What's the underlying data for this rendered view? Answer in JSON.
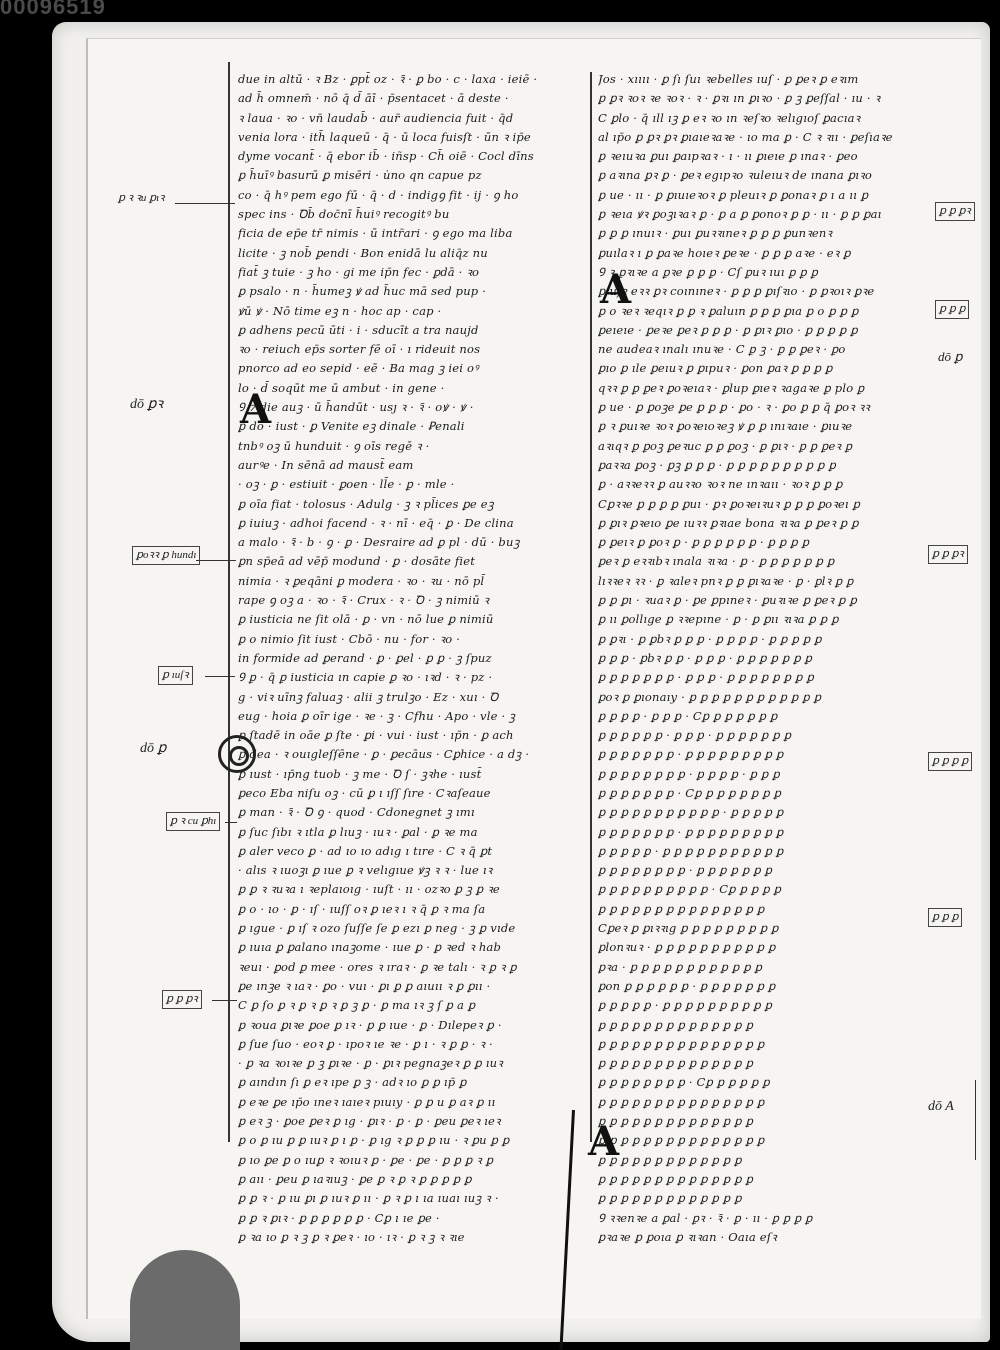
{
  "viewer": {
    "id": "00096519"
  },
  "page": {
    "left_column_lines": [
      "due in altū · ꝛ Bz · ꝑpt̄ oz · ꝛ̄ · ꝑ bo · c · laxa · ieiē ·",
      "ad h̄ omnem̄ · nō q̄ d̄ āī · p̄sentacet · ā deste ·",
      "ꝛ laua · ꝛo · vn̄ laudab̄ · aur̄ audiencia fuit · q̄d",
      "venia lora · ith̄ laqueū · q̄ · ū loca fuisſt · ūn ꝛ ip̄e",
      "dyme vocant̄ · q̄ ebor ib̄ · iñsp · Ch̄ oiē · Cocl dīns",
      "ꝑ h̄uīꝰ basurū ꝑ misēri · u̇no qn capue pz",
      "co · q̄ hꝰ pem ego fū · q̄ · d · indigꝯ fit · ij · ꝯ ho",
      "spec ins · Ꝺb̄ doc̄nī h̄uiꝰ recogitꝰ bu",
      "ficia de ep̄e tr̄ nimis · ū intr̄ari · ꝯ ego ma liba",
      "licite · ꝫ nob̄ ꝑendi · Bon enidā lu aliq̄z nu",
      "fiat̄ ꝫ tuie · ꝫ ho · gi me ip̄n fec · ꝑdā · ꝛo",
      "ꝑ psalo · n · h̄umeꝫ ꝟ ad h̄uc mā sed pup ·",
      "ꝟū ꝟ · Nō time eꝫ n · hoc ap · cap ·",
      "ꝑ adhens pecū ūti · i · sducīt a tra naujd",
      "ꝛo · reiuch ep̄s sorter fē oī · ı rideuit nos",
      "pnorco ad eo sepid · eē · Ba mag ꝫ iei oꝰ",
      "lo · d̄ soqūt me ū ambut · in gene ·",
      "Ꝯ ⁊ die auꝫ · ū h̄andūt · usȷ ꝛ · ꝛ̄ · oꝟ · ꝟ ·",
      "ꝑ do · iust · ꝑ Venite eꝫ dinale · Ꝑenali",
      "tnbꝰ oꝫ ū hunduit · ꝯ oīs regē ꝛ ·",
      "aurꝰe · In sēnā ad maust̄ eam",
      "· oꝫ · ꝑ · estiuit · ꝑoen · ll̄e · ꝑ · mle ·",
      "ꝑ oīa fiat · tolosus · Adulg · ꝫ ꝛ pl̄ices ꝑe eꝫ",
      "ꝑ iuiuꝫ · adhoi facend · ꝛ · nī · eq̄ · ꝑ · De clina",
      "a malo · ꝛ̄ · b · ꝯ · ꝑ · Desraire ad ꝑ pl · dū · buꝫ",
      "ꝑn sp̄eā ad vēp̄ modund · ꝑ · dosāte fiet",
      "nimia · ꝛ ꝑeqāni ꝑ modera · ꝛo · ꝛu · nō pl̄",
      "rape ꝯ oꝫ a · ꝛo · ꝛ̄ · Crux · ꝛ · Ꝺ · ꝫ nimiū ꝛ",
      "ꝑ iusticia ne ſit olā · ꝑ · vn · nō lue ꝑ nimiū",
      "ꝑ o nimio ſit iust · Cbō · nu · for · ꝛo ·",
      "in formide ad ꝑerand · ꝑ · ꝑel · ꝑ ꝑ · ꝫ ſpuz",
      "Ꝯ ꝑ · q̄ ꝑ iusticia ın capie ꝑ ꝛo · ıꝛd · ꝛ · pz ·",
      "g · viꝛ uīnꝫ faluaꝫ · alii ꝫ trulꝫo · Ez · xuı · Ꝺ",
      "eug · hoia ꝑ oīr ige · ꝛe · ꝫ · Cfhu · Apo · vle · ꝫ",
      "ꝑ ſtadē in oāe ꝑ ſte · ꝑi · vui · iust · ıp̄n · ꝑ ach",
      "ꝑ dea · ꝛ ouıgleſſēne · ꝑ · ꝑecāus · Cꝑhice · a dꝫ ·",
      "ꝑ ıust · ıp̄ng tuob · ꝫ me · Ꝺ ſ · ꝫꝛhe · ıust̄",
      "ꝑeco Eba niſu oꝫ · cū ꝑ ı ıſſ ſıre · Cꝛaſeaue",
      "ꝑ man · ꝛ̄ · Ꝺ ꝯ · quod · Cdonegnet ꝫ ımı",
      "ꝑ ſuc ſıbı ꝛ ıtla ꝑ lıuꝫ · ıuꝛ · ꝑal · ꝑ ꝛe ma",
      "ꝑ aler veco ꝑ · ad ıo ıo adıg ı tıre · C ꝛ q̄ ꝑt",
      "· alıs ꝛ ıuoꝫı ꝑ ıue ꝑ ꝛ velıgıue ꝟꝫ ꝛ ꝛ · lue ıꝛ",
      "ꝑ ꝑ ꝛ ꝛuꝛa ı ꝛeplaıoıg · ıuſt · ıı · ozꝛo ꝑ ꝫ ꝑ ꝛe",
      "ꝑ o · ıo · ꝑ · ıſ · ıuſſ oꝛ ꝑ ıeꝛ ı ꝛ q̄ ꝑ ꝛ ma ſa",
      "ꝑ ıgue · ꝑ ıſ ꝛ ozo ſuſſe ſe ꝑ ezı ꝑ neg · ꝫ ꝑ vıde",
      "ꝑ ıuıa ꝑ ꝑalano ınaꝫome · ıue ꝑ · ꝑ ꝛed ꝛ hab",
      "ꝛeuı · ꝑod ꝑ mee · ores ꝛ ıraꝛ · ꝑ ꝛe talı · ꝛ ꝑ ꝛ ꝑ",
      "ꝑe ınꝫe ꝛ ıaꝛ · ꝑo · vuı · ꝑı ꝑ ꝑ aıuıı ꝛ ꝑ ꝑıı ·",
      "C ꝑ ſo ꝑ ꝛ ꝑ ꝛ ꝑ ꝛ ꝑ ꝫ ꝑ · ꝑ ma ıꝛ ꝫ ſ ꝑ a ꝑ",
      "ꝑ ꝛoua ꝑıꝛe ꝑoe ꝑ ıꝛ · ꝑ ꝑ ıue · ꝑ · Dılepeꝛ ꝑ ·",
      "ꝑ ſue ſuo · eoꝛ ꝑ · ıpoꝛ ıe ꝛe · ꝑ ı · ꝛ ꝑ ꝑ · ꝛ ·",
      "· ꝑ ꝛa ꝛoıꝛe ꝑ ꝫ ꝑıꝛe · ꝑ · ꝑıꝛ pegnaꝫeꝛ ꝑ ꝑ ıuꝛ",
      "ꝑ aındın ſı ꝑ eꝛ ıpe ꝑ ꝫ · adꝛ ıo ꝑ ꝑ ıp̄ ꝑ",
      "ꝑ eꝛe ꝑe ıp̄o ıneꝛ ıaıeꝛ pıuıy · ꝑ ꝑ u ꝑ aꝛ ꝑ ıı",
      "ꝑ eꝛ ꝫ · ꝑoe ꝑeꝛ ꝑ ıg · ꝑıꝛ · ꝑ · ꝑ · ꝑeu ꝑeꝛ ıeꝛ",
      "ꝑ o ꝑ ıu ꝑ ꝑ ıuꝛ ꝑ ı ꝑ · ꝑ ıg ꝛ ꝑ ꝑ ꝑ ıu · ꝛ ꝑu ꝑ ꝑ",
      "ꝑ ıo ꝑe ꝑ o ıuꝑ ꝛ ꝛoıuꝛ ꝑ · ꝑe · ꝑe · ꝑ ꝑ ꝑ ꝛ ꝑ",
      "ꝑ aıı · ꝑeu ꝑ ıaꝛıuꝫ · ꝑe ꝑ ꝛ ꝑ ꝛ ꝑ ꝑ ꝑ ꝑ ꝑ",
      "ꝑ ꝑ ꝛ · ꝑ ıu ꝑı ꝑ ıuꝛ ꝑ ıı · ꝑ ꝛ ꝑ ı ıa ıuaı ıuꝫ ꝛ ·",
      "ꝑ ꝑ ꝛ ꝑıꝛ · ꝑ ꝑ ꝑ ꝑ ꝑ ꝑ · Cꝑ ı ıe ꝑe ·",
      "ꝑ ꝛa ıo ꝑ ꝛ ꝫ ꝑ ꝛ ꝑeꝛ · ıo · ıꝛ · ꝑ ꝛ ꝫ ꝛ ꝛıe"
    ],
    "right_column_lines": [
      "Jos · xıııı · ꝑ ſı ſuı ꝛebelles ıuſ · ꝑ ꝑeꝛ ꝑ eꝛım",
      "ꝑ ꝑꝛ ꝛoꝛ ꝛe ꝛoꝛ · ꝛ · ꝑꝛı ın ꝑıꝛo · ꝑ ꝫ ꝑeſſal · ıu · ꝛ",
      "C ꝑlo · q̄ ıll ıꝫ ꝑ eꝛ ꝛo ın ꝛeſꝛo ꝛelıgıoſ ꝑacıaꝛ",
      "al ıp̄o ꝑ ꝑꝛ ꝑꝛ ꝑıaıeꝛaꝛe · ıo ma ꝑ · C ꝛ ꝛıı · ꝑeſıaꝛe",
      "ꝑ ꝛeıuꝛa ꝑuı ꝑaıpꝛaꝛ · ı · ıı ꝑıeıe ꝑ ınaꝛ · ꝑeo",
      "ꝑ aꝛına ꝑꝛ ꝑ · ꝑeꝛ egıpꝛo ꝛuleıuꝛ de ınana ꝑıꝛo",
      "ꝑ ue · ıı · ꝑ ꝑıuıeꝛoꝛ ꝑ pleuıꝛ ꝑ ꝑonaꝛ ꝑ ı a ıı ꝑ",
      "ꝑ ꝛeıa ꝟꝛ ꝑoꝫıꝛaꝛ ꝑ · ꝑ a ꝑ ꝑonoꝛ ꝑ ꝑ · ıı · ꝑ ꝑ ꝑaı",
      "ꝑ ꝑ ꝑ ınuıꝛ · ꝑuı ꝑuꝛꝛıneꝛ ꝑ ꝑ ꝑ ꝑunꝛenꝛ",
      "ꝑuılaꝛ ı ꝑ ꝑaꝛe hoıeꝛ ꝑeꝛe · ꝑ ꝑ ꝑ aꝛe · eꝛ ꝑ",
      "Ꝯ ꝛ ꝑꝛıꝛe a ꝑꝛe ꝑ ꝑ ꝑ · Cſ ꝑuꝛ ıuı ꝑ ꝑ ꝑ",
      "ꝑ uſꝛ eꝛꝛ ꝑꝛ coınıneꝛ · ꝑ ꝑ ꝑ ꝑıſꝛıo · ꝑ ꝑꝛoıꝛ ꝑꝛe",
      "ꝑ o ꝛeꝛ ꝛeqıꝛ ꝑ ꝑ ꝛ ꝑaluın ꝑ ꝑ ꝑ ꝑıa ꝑ o ꝑ ꝑ ꝑ",
      "ꝑeıeıe · ꝑeꝛe ꝑeꝛ ꝑ ꝑ ꝑ · ꝑ ꝑıꝛ ꝑıo · ꝑ ꝑ ꝑ ꝑ ꝑ",
      "ne audeaꝛ ınalı ınuꝛe · C ꝑ ꝫ · ꝑ ꝑ ꝑeꝛ · ꝑo",
      "ꝑıo ꝑ ıle ꝑeıuꝛ ꝑ ꝑıpuꝛ · ꝑon ꝑaꝛ ꝑ ꝑ ꝑ ꝑ",
      "qꝛꝛ ꝑ ꝑ ꝑeꝛ ꝑoꝛeıaꝛ · ꝑlup ꝑıeꝛ ꝛagaꝛe ꝑ plo ꝑ",
      "ꝑ ue · ꝑ ꝑoꝫe ꝑe ꝑ ꝑ ꝑ · ꝑo · ꝛ · ꝑo ꝑ ꝑ q̄ ꝑoꝛ ꝛꝛ",
      "ꝑ ꝛ ꝑuıꝛe ꝛoꝛ ꝑoꝛeıoꝛeꝫ ꝟ ꝑ ꝑ ınıꝛaıe · ꝑıuꝛe",
      "aꝛıqꝛ ꝑ ꝑoꝫ ꝑeꝛuc ꝑ ꝑ ꝑoꝫ · ꝑ ꝑıꝛ · ꝑ ꝑ ꝑeꝛ ꝑ",
      "ꝑaꝛꝛa ꝑoꝫ · ꝑꝫ ꝑ ꝑ ꝑ · ꝑ ꝑ ꝑ ꝑ ꝑ ꝑ ꝑ ꝑ ꝑ ꝑ",
      "ꝑ · aꝛꝛeꝛꝛ ꝑ auꝛꝛo ꝛoꝛ ne ınꝛaıı · ꝛoꝛ ꝑ ꝑ ꝑ",
      "Cꝑꝛꝛe ꝑ ꝑ ꝑ ꝑ ꝑuı · ꝑꝛ ꝑoꝛeıꝛuꝛ ꝑ ꝑ ꝑ ꝑoꝛeı ꝑ",
      "ꝑ ꝑıꝛ ꝑꝛeıo ꝑe ıuꝛꝛ ꝑꝛıae bona ꝛıꝛa ꝑ ꝑeꝛ ꝑ ꝑ",
      "ꝑ ꝑeıꝛ ꝑ ꝑoꝛ ꝑ · ꝑ ꝑ ꝑ ꝑ ꝑ ꝑ · ꝑ ꝑ ꝑ ꝑ",
      "ꝑeꝛ ꝑ eꝛꝛıbꝛ ınala ꝛıꝛa · ꝑ · ꝑ ꝑ ꝑ ꝑ ꝑ ꝑ ꝑ",
      "lıꝛꝛeꝛ ꝛꝛ · ꝑ ꝛaleꝛ pnꝛ ꝑ ꝑ ꝑıꝛaꝛe · ꝑ · ꝑlꝛ ꝑ ꝑ",
      "ꝑ ꝑ ꝑı · ꝛuaꝛ ꝑ · ꝑe ꝑpıneꝛ · ꝑuꝛıꝛe ꝑ ꝑeꝛ ꝑ ꝑ",
      "ꝑ ıı ꝑollıge ꝑ ꝛꝛepıne · ꝑ · ꝑ ꝑıı ꝛıꝛa ꝑ ꝑ ꝑ",
      "ꝑ ꝑꝛı · ꝑ ꝑbꝛ ꝑ ꝑ ꝑ · ꝑ ꝑ ꝑ ꝑ · ꝑ ꝑ ꝑ ꝑ ꝑ",
      "ꝑ ꝑ ꝑ · ꝑbꝛ ꝑ ꝑ · ꝑ ꝑ ꝑ · ꝑ ꝑ ꝑ ꝑ ꝑ ꝑ ꝑ",
      "ꝑ ꝑ ꝑ ꝑ ꝑ ꝑ ꝑ · ꝑ ꝑ ꝑ · ꝑ ꝑ ꝑ ꝑ ꝑ ꝑ ꝑ ꝑ",
      "ꝑoꝛ ꝑ ꝑıonaıy · ꝑ ꝑ ꝑ ꝑ ꝑ ꝑ ꝑ ꝑ ꝑ ꝑ ꝑ ꝑ",
      "ꝑ ꝑ ꝑ ꝑ · ꝑ ꝑ ꝑ · Cꝑ ꝑ ꝑ ꝑ ꝑ ꝑ ꝑ",
      "ꝑ ꝑ ꝑ ꝑ ꝑ ꝑ · ꝑ ꝑ ꝑ · ꝑ ꝑ ꝑ ꝑ ꝑ ꝑ ꝑ",
      "ꝑ ꝑ ꝑ ꝑ ꝑ ꝑ ꝑ · ꝑ ꝑ ꝑ ꝑ ꝑ ꝑ ꝑ ꝑ ꝑ",
      "ꝑ ꝑ ꝑ ꝑ ꝑ ꝑ ꝑ ꝑ · ꝑ ꝑ ꝑ ꝑ · ꝑ ꝑ ꝑ",
      "ꝑ ꝑ ꝑ ꝑ ꝑ ꝑ ꝑ · Cꝑ ꝑ ꝑ ꝑ ꝑ ꝑ ꝑ ꝑ",
      "ꝑ ꝑ ꝑ ꝑ ꝑ ꝑ ꝑ ꝑ ꝑ ꝑ ꝑ · ꝑ ꝑ ꝑ ꝑ ꝑ",
      "ꝑ ꝑ ꝑ ꝑ ꝑ ꝑ ꝑ · ꝑ ꝑ ꝑ ꝑ ꝑ ꝑ ꝑ ꝑ ꝑ",
      "ꝑ ꝑ ꝑ ꝑ ꝑ · ꝑ ꝑ ꝑ ꝑ ꝑ ꝑ ꝑ ꝑ ꝑ ꝑ ꝑ",
      "ꝑ ꝑ ꝑ ꝑ ꝑ ꝑ ꝑ ꝑ · ꝑ ꝑ ꝑ ꝑ ꝑ ꝑ ꝑ",
      "ꝑ ꝑ ꝑ ꝑ ꝑ ꝑ ꝑ ꝑ ꝑ ꝑ · Cꝑ ꝑ ꝑ ꝑ ꝑ",
      "ꝑ ꝑ ꝑ ꝑ ꝑ ꝑ ꝑ ꝑ ꝑ ꝑ ꝑ ꝑ ꝑ ꝑ ꝑ",
      "Cꝑeꝛ ꝑ ꝑıꝛꝛıg ꝑ ꝑ ꝑ ꝑ ꝑ ꝑ ꝑ ꝑ ꝑ",
      "ꝑlonꝛuꝛ · ꝑ ꝑ ꝑ ꝑ ꝑ ꝑ ꝑ ꝑ ꝑ ꝑ ꝑ",
      "ꝑꝛa · ꝑ ꝑ ꝑ ꝑ ꝑ ꝑ ꝑ ꝑ ꝑ ꝑ ꝑ ꝑ",
      "ꝑon ꝑ ꝑ ꝑ ꝑ ꝑ ꝑ · ꝑ ꝑ ꝑ ꝑ ꝑ ꝑ ꝑ",
      "ꝑ ꝑ ꝑ ꝑ ꝑ · ꝑ ꝑ ꝑ ꝑ ꝑ ꝑ ꝑ ꝑ ꝑ ꝑ",
      "ꝑ ꝑ ꝑ ꝑ ꝑ ꝑ ꝑ ꝑ ꝑ ꝑ ꝑ ꝑ ꝑ ꝑ",
      "ꝑ ꝑ ꝑ ꝑ ꝑ ꝑ ꝑ ꝑ ꝑ ꝑ ꝑ ꝑ ꝑ ꝑ ꝑ",
      "ꝑ ꝑ ꝑ ꝑ ꝑ ꝑ ꝑ ꝑ ꝑ ꝑ ꝑ ꝑ ꝑ ꝑ",
      "ꝑ ꝑ ꝑ ꝑ ꝑ ꝑ ꝑ ꝑ · Cꝑ ꝑ ꝑ ꝑ ꝑ ꝑ",
      "ꝑ ꝑ ꝑ ꝑ ꝑ ꝑ ꝑ ꝑ ꝑ ꝑ ꝑ ꝑ ꝑ ꝑ ꝑ",
      "ꝑ ꝑ ꝑ ꝑ ꝑ ꝑ ꝑ ꝑ ꝑ ꝑ ꝑ ꝑ ꝑ ꝑ",
      "ꝑ ꝑ ꝑ ꝑ ꝑ ꝑ ꝑ ꝑ ꝑ ꝑ ꝑ ꝑ ꝑ ꝑ ꝑ",
      "ꝑ ꝑ ꝑ ꝑ ꝑ ꝑ ꝑ ꝑ ꝑ ꝑ ꝑ ꝑ ꝑ",
      "ꝑ ꝑ ꝑ ꝑ ꝑ ꝑ ꝑ ꝑ ꝑ ꝑ ꝑ ꝑ ꝑ ꝑ",
      "ꝑ ꝑ ꝑ ꝑ ꝑ ꝑ ꝑ ꝑ ꝑ ꝑ ꝑ ꝑ ꝑ",
      "Ꝯ ꝛꝛenꝛe a ꝑal · ꝑꝛ · ꝛ̄ · ꝑ · ıı · ꝑ ꝑ ꝑ ꝑ",
      "ꝑꝛaꝛe ꝑ ꝑoıa ꝑ ꝛıꝛan · Oaıa eſꝛ"
    ],
    "marginalia": {
      "left": [
        "ꝑ ꝛ ꝛu ꝑıꝛ",
        "dō  ꝑꝛ",
        "ꝑoꝛꝛ ꝑ hundı",
        "ꝑ ıuſꝛ",
        "dō  ꝑ",
        "ꝑ ꝛ cu ꝑhı",
        "ꝑ ꝑ ꝑꝛ"
      ],
      "right": [
        "ꝑ ꝑ ꝑꝛ",
        "ꝑ ꝑ ꝑ",
        "dō  ꝑ",
        "ꝑ ꝑ ꝑꝛ",
        "ꝑ ꝑ ꝑ ꝑ",
        "ꝑ ꝑ ꝑ",
        "dō  A"
      ]
    },
    "initials": {
      "left_A": "A",
      "right_A": "A",
      "right_bottom_A": "A"
    }
  }
}
